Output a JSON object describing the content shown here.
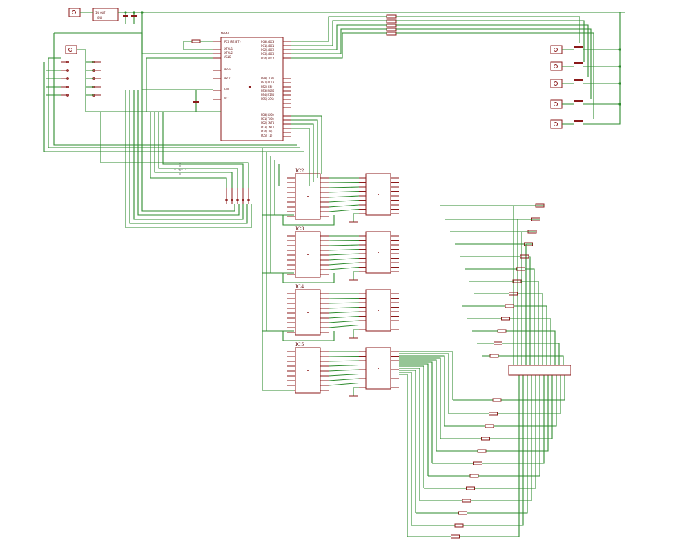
{
  "chips": [
    {
      "id": "ic2",
      "label": "IC2"
    },
    {
      "id": "ic3",
      "label": "IC3"
    },
    {
      "id": "ic4",
      "label": "IC4"
    },
    {
      "id": "ic5",
      "label": "IC5"
    }
  ],
  "colors": {
    "wire": "#2e8b2e",
    "part": "#8b1a1a",
    "background": "#ffffff"
  }
}
